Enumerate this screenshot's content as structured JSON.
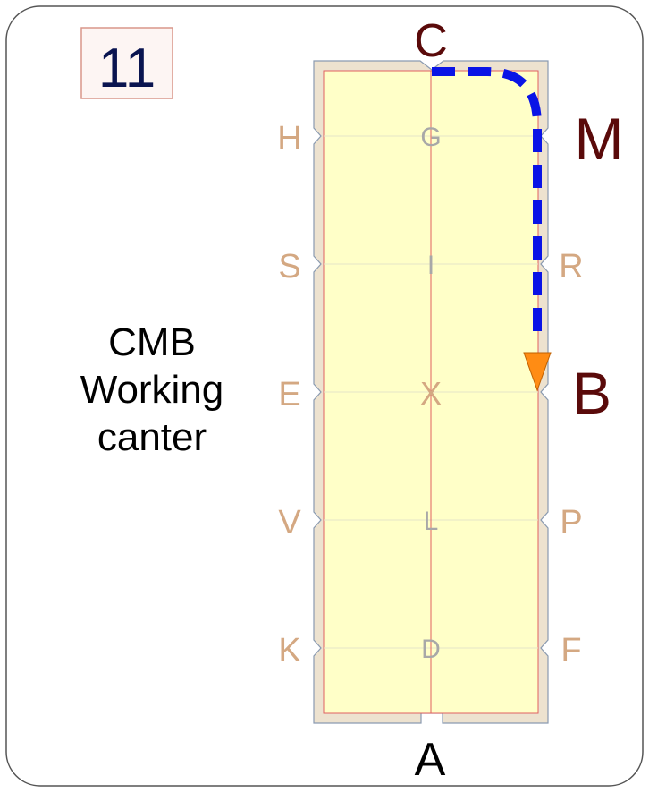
{
  "card": {
    "number_label": "11",
    "caption": [
      "CMB",
      "Working",
      "canter"
    ]
  },
  "arena": {
    "letters": {
      "top": "C",
      "bottom": "A",
      "left": [
        "H",
        "S",
        "E",
        "V",
        "K"
      ],
      "right": [
        "M",
        "R",
        "B",
        "P",
        "F"
      ],
      "center": [
        "G",
        "I",
        "X",
        "L",
        "D"
      ]
    }
  },
  "colors": {
    "card_border": "#555555",
    "number_box_border": "#d9968a",
    "number_box_fill": "#fdf5f3",
    "number_text": "#0a1450",
    "caption_text": "#000000",
    "arena_surround_fill": "#ede2cf",
    "arena_surround_stroke": "#8a9ab0",
    "arena_fill": "#ffffc8",
    "arena_line": "#e06060",
    "quarter_line": "#e6e6c8",
    "marker_letter": "#d4a882",
    "highlight_letter": "#5a0a0a",
    "center_letter": "#a8a8a8",
    "end_letter": "#000000",
    "route": "#0a14e6",
    "arrow": "#ff8c14"
  }
}
